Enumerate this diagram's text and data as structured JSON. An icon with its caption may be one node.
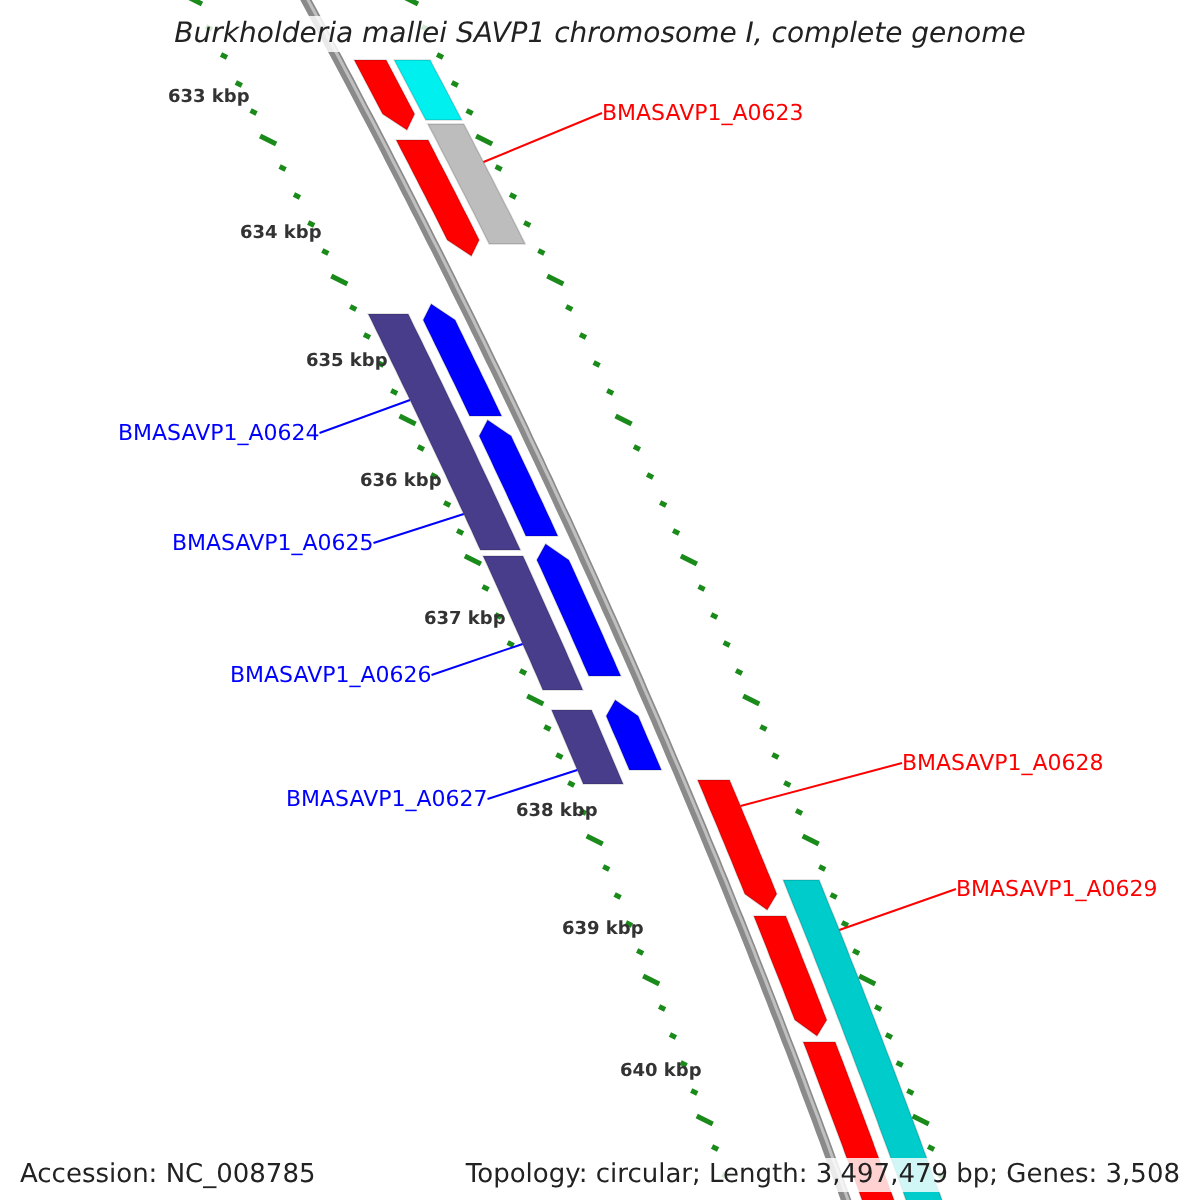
{
  "diagram": {
    "title": "Burkholderia mallei SAVP1 chromosome I, complete genome",
    "nodes": [
      {
        "text": [
          "BMASAVP1_A0623"
        ]
      },
      {
        "text": [
          "BMASAVP1_A0624"
        ]
      },
      {
        "text": [
          "BMASAVP1_A0625"
        ]
      },
      {
        "text": [
          "BMASAVP1_A0626"
        ]
      },
      {
        "text": [
          "BMASAVP1_A0627"
        ]
      },
      {
        "text": [
          "BMASAVP1_A0628"
        ]
      },
      {
        "text": [
          "BMASAVP1_A0629"
        ]
      },
      {
        "text": [],
        "shape": "bar"
      },
      {
        "text": [],
        "shape": "bar"
      },
      {
        "text": [],
        "shape": "bar"
      },
      {
        "text": [],
        "shape": "bar"
      },
      {
        "text": [],
        "shape": "arrow"
      },
      {
        "text": [],
        "shape": "bar"
      },
      {
        "text": [],
        "shape": "arrow"
      },
      {
        "text": [],
        "shape": "arrow"
      },
      {
        "text": [],
        "shape": "bar"
      },
      {
        "text": [],
        "shape": "arrow"
      },
      {
        "text": [],
        "shape": "arrow"
      },
      {
        "text": [],
        "shape": "arrow"
      },
      {
        "text": [],
        "shape": "arrow"
      },
      {
        "text": [],
        "shape": "arrow"
      },
      {
        "text": [],
        "shape": "arrow"
      }
    ],
    "edges": [
      {
        "from": 0,
        "to": 7,
        "arrow": "none",
        "color": "#ff0000"
      },
      {
        "from": 1,
        "to": 8,
        "arrow": "none"
      },
      {
        "from": 2,
        "to": 8,
        "arrow": "none"
      },
      {
        "from": 3,
        "to": 9,
        "arrow": "none"
      },
      {
        "from": 4,
        "to": 10,
        "arrow": "none"
      },
      {
        "from": 5,
        "to": 11,
        "arrow": "none",
        "color": "#ff0000"
      },
      {
        "from": 6,
        "to": 12,
        "arrow": "none",
        "color": "#ff0000"
      }
    ],
    "labels": [
      "633 kbp",
      "634 kbp",
      "635 kbp",
      "636 kbp",
      "637 kbp",
      "638 kbp",
      "639 kbp",
      "640 kbp",
      "Accession: NC_008785",
      "Topology: circular; Length: 3,497,479 bp; Genes: 3,508"
    ]
  }
}
